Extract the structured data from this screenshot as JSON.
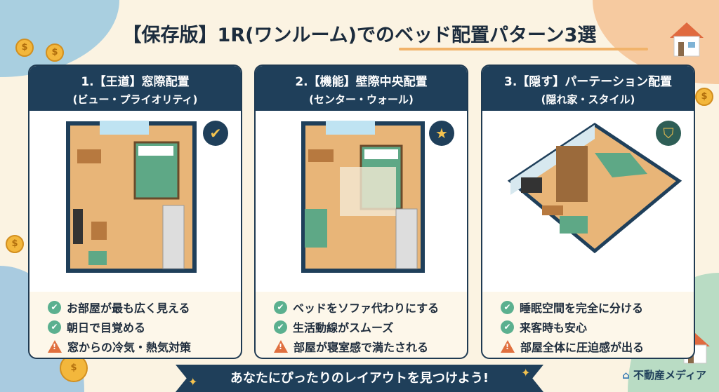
{
  "title": "【保存版】1R(ワンルーム)でのベッド配置パターン3選",
  "cards": [
    {
      "heading": "1.【王道】窓際配置",
      "subheading": "(ビュー・プライオリティ)",
      "badge_icon": "check-icon",
      "badge_glyph": "✔",
      "items": [
        {
          "type": "pro",
          "text": "お部屋が最も広く見える"
        },
        {
          "type": "pro",
          "text": "朝日で目覚める"
        },
        {
          "type": "con",
          "text": "窓からの冷気・熱気対策"
        }
      ]
    },
    {
      "heading": "2.【機能】壁際中央配置",
      "subheading": "(センター・ウォール)",
      "badge_icon": "star-icon",
      "badge_glyph": "★",
      "items": [
        {
          "type": "pro",
          "text": "ベッドをソファ代わりにする"
        },
        {
          "type": "pro",
          "text": "生活動線がスムーズ"
        },
        {
          "type": "con",
          "text": "部屋が寝室感で満たされる"
        }
      ]
    },
    {
      "heading": "3.【隠す】パーテーション配置",
      "subheading": "(隠れ家・スタイル)",
      "badge_icon": "shield-icon",
      "badge_glyph": "⛉",
      "items": [
        {
          "type": "pro",
          "text": "睡眠空間を完全に分ける"
        },
        {
          "type": "pro",
          "text": "来客時も安心"
        },
        {
          "type": "con",
          "text": "部屋全体に圧迫感が出る"
        }
      ]
    }
  ],
  "banner": "あなたにぴったりのレイアウトを見つけよう!",
  "brand": "不動産メディア",
  "colors": {
    "navy": "#1f3f5a",
    "pro": "#5bb08f",
    "con": "#e0703f",
    "accent": "#f1b36a"
  }
}
